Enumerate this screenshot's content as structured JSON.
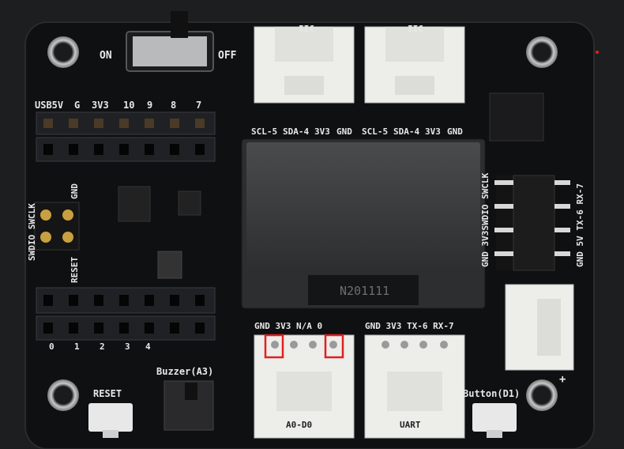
{
  "switch": {
    "on": "ON",
    "off": "OFF"
  },
  "top_connectors": {
    "left_title": "IIC",
    "right_title": "IIC"
  },
  "iic_labels": [
    "SCL-5",
    "SDA-4",
    "3V3",
    "GND",
    "SCL-5",
    "SDA-4",
    "3V3",
    "GND"
  ],
  "header_top_labels": [
    "USB5V",
    "G",
    "3V3",
    "10",
    "9",
    "8",
    "7"
  ],
  "header_bottom_labels": [
    "0",
    "1",
    "2",
    "3",
    "4"
  ],
  "swd": {
    "left": "SWDIO SWCLK",
    "gnd": "GND",
    "reset": "RESET"
  },
  "right_vertical": [
    "GND 3V3SWDIO SWCLK",
    "GND 5V TX-6 RX-7"
  ],
  "bottom_left_connector": {
    "pins": "GND  3V3  N/A  0",
    "name": "A0-D0"
  },
  "bottom_right_connector": {
    "pins": "GND 3V3  TX-6  RX-7",
    "name": "UART"
  },
  "display_text": "N201111",
  "buzzer": "Buzzer(A3)",
  "reset_button": "RESET",
  "button_d1": "Button(D1)",
  "plus": "+",
  "colors": {
    "board": "#0f1012",
    "background": "#1d1e20",
    "connector": "#ededea",
    "highlight": "#e02020",
    "silkscreen": "#e8e8e8"
  }
}
